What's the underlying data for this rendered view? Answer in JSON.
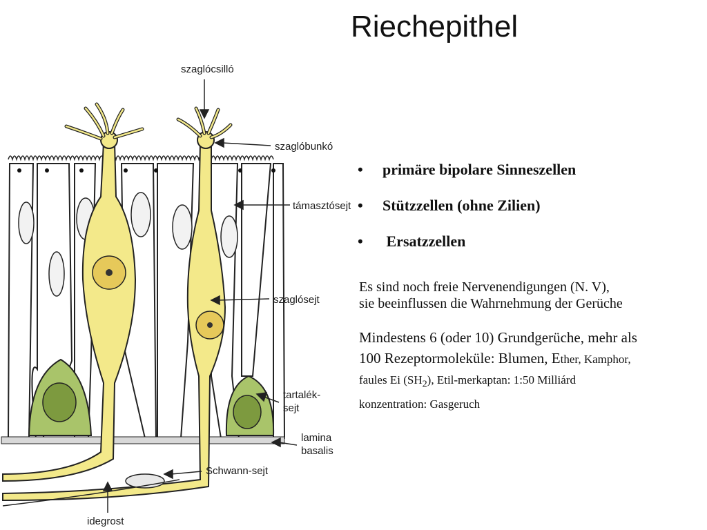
{
  "title": "Riechepithel",
  "diagram": {
    "labels": {
      "szaglocsillo": "szaglócsilló",
      "szaglobunko": "szaglóbunkó",
      "tamasztosejt": "támasztósejt",
      "szaglosejt": "szaglósejt",
      "tartalek_1": "tartalék-",
      "tartalek_2": "sejt",
      "lamina_1": "lamina",
      "lamina_2": "basalis",
      "schwann": "Schwann-sejt",
      "idegrost": "idegrost"
    },
    "colors": {
      "receptor": "#f3e98a",
      "reserve": "#a9c46a",
      "outline": "#222222"
    }
  },
  "bullets": [
    "primäre bipolare Sinneszellen",
    "Stützzellen (ohne Zilien)",
    " Ersatzzellen"
  ],
  "para1": {
    "line1": "Es sind noch freie Nervenendigungen (N. V),",
    "line2": "sie beeinflussen die Wahrnehmung der Gerüche"
  },
  "para2": {
    "l1": "Mindestens 6 (oder 10) Grundgerüche, mehr als",
    "l2a": "100 Rezeptormoleküle: Blumen, E",
    "l2b": "ther, Kamphor,",
    "l3a": "faules Ei (SH",
    "l3b": "2",
    "l3c": "), Etil-merkaptan: 1:50 Milliárd",
    "l4": "konzentration: Gasgeruch"
  }
}
